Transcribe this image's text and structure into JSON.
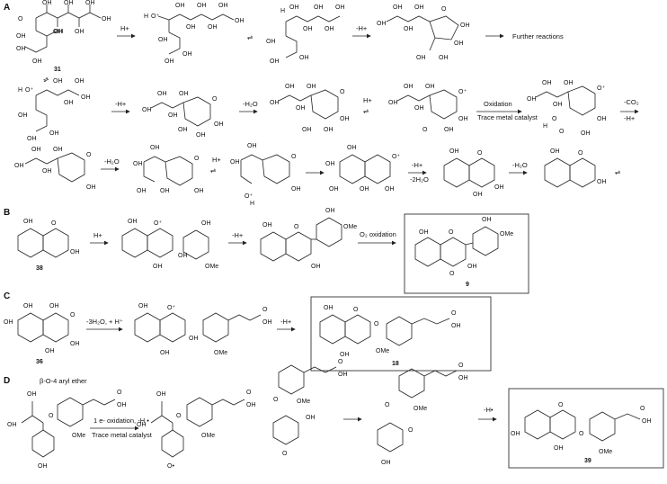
{
  "sections": [
    "A",
    "B",
    "C",
    "D"
  ],
  "compounds": {
    "c31": "31",
    "c38": "38",
    "c36": "36",
    "c9": "9",
    "c18": "18",
    "c39": "39"
  },
  "conditions": {
    "hplus": "H+",
    "minus_hplus": "-H+",
    "minus_h2o": "-H₂O",
    "minus_2h2o": "-2H₂O",
    "oxidation": "Oxidation",
    "trace_metal": "Trace metal catalyst",
    "minus_co2": "-CO₂",
    "o2_oxidation": "O₂ oxidation",
    "three_h2o_hplus": "-3H₂O, + H⁺",
    "one_e_oxidation": "1 e- oxidation, -H •",
    "minus_hdot": "-H•"
  },
  "notes": {
    "further": "Further reactions",
    "beta_o4": "β-O-4 aryl ether"
  },
  "atoms": {
    "OH": "OH",
    "O": "O",
    "OMe": "OMe",
    "Oplus": "O⁺",
    "H": "H",
    "Odot": "O•"
  }
}
